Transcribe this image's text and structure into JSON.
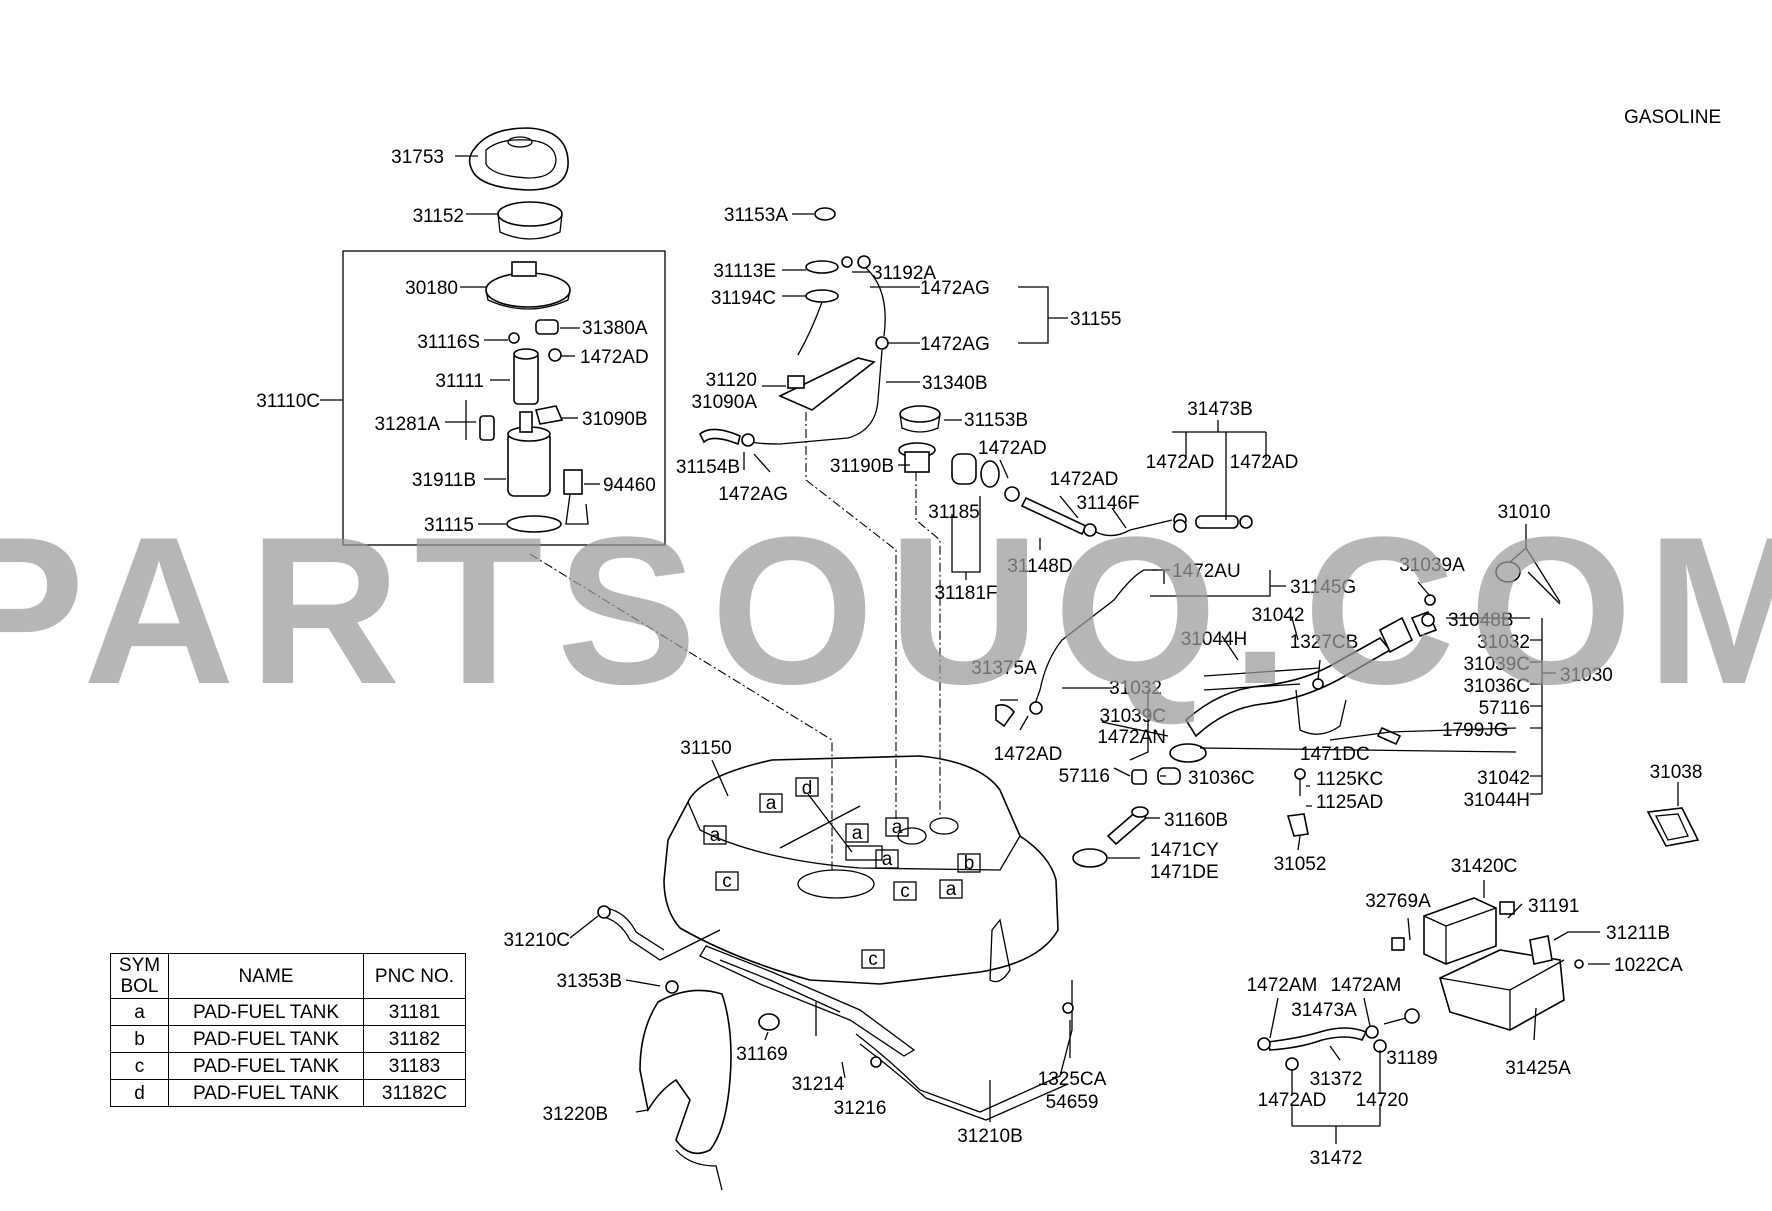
{
  "title": "GASOLINE",
  "watermark": "PARTSOUQ.COM",
  "labels": {
    "p31753": "31753",
    "p31152": "31152",
    "p31110C": "31110C",
    "p30180": "30180",
    "p31116S": "31116S",
    "p31380A": "31380A",
    "p1472AD_a": "1472AD",
    "p31111": "31111",
    "p31281A": "31281A",
    "p31090B": "31090B",
    "p31911B": "31911B",
    "p94460": "94460",
    "p31115": "31115",
    "p31153A": "31153A",
    "p31113E": "31113E",
    "p31192A": "31192A",
    "p31194C": "31194C",
    "p1472AG_a": "1472AG",
    "p31155": "31155",
    "p1472AG_b": "1472AG",
    "p31120": "31120",
    "p31340B": "31340B",
    "p31090A": "31090A",
    "p31153B": "31153B",
    "p1472AD_b": "1472AD",
    "p31154B": "31154B",
    "p1472AG_c": "1472AG",
    "p31190B": "31190B",
    "p31185": "31185",
    "p1472AD_c": "1472AD",
    "p31146F": "31146F",
    "p31473B": "31473B",
    "p1472AD_d": "1472AD",
    "p1472AD_e": "1472AD",
    "p31148D": "31148D",
    "p31181F": "31181F",
    "p31010": "31010",
    "p1472AU": "1472AU",
    "p31145G": "31145G",
    "p31039A": "31039A",
    "p31042_a": "31042",
    "p31048B": "31048B",
    "p31044H_a": "31044H",
    "p1327CB": "1327CB",
    "p31032_a": "31032",
    "p31039C_a": "31039C",
    "p31375A": "31375A",
    "p31032_b": "31032",
    "p31036C_a": "31036C",
    "p31030": "31030",
    "p57116_a": "57116",
    "p31039C_b": "31039C",
    "p1472AN": "1472AN",
    "p1799JG": "1799JG",
    "p1472AD_f": "1472AD",
    "p1471DC": "1471DC",
    "p31042_b": "31042",
    "p57116_b": "57116",
    "p31036C_b": "31036C",
    "p1125KC": "1125KC",
    "p31044H_b": "31044H",
    "p1125AD": "1125AD",
    "p31038": "31038",
    "p31160B": "31160B",
    "p1471CY": "1471CY",
    "p1471DE": "1471DE",
    "p31052": "31052",
    "p31150": "31150",
    "p31420C": "31420C",
    "p32769A": "32769A",
    "p31191": "31191",
    "p31211B": "31211B",
    "p31210C": "31210C",
    "p1022CA": "1022CA",
    "p1472AM_a": "1472AM",
    "p1472AM_b": "1472AM",
    "p31353B": "31353B",
    "p31473A": "31473A",
    "p31189": "31189",
    "p31425A": "31425A",
    "p31169": "31169",
    "p31214": "31214",
    "p31372": "31372",
    "p1325CA": "1325CA",
    "p54659": "54659",
    "p31216": "31216",
    "p1472AD_g": "1472AD",
    "p14720": "14720",
    "p31220B": "31220B",
    "p31210B": "31210B",
    "p31472": "31472",
    "pad_a": "a",
    "pad_b": "b",
    "pad_c": "c",
    "pad_d": "d"
  },
  "legend": {
    "headers": {
      "sym": "SYM BOL",
      "name": "NAME",
      "pnc": "PNC NO."
    },
    "rows": [
      {
        "sym": "a",
        "name": "PAD-FUEL TANK",
        "pnc": "31181"
      },
      {
        "sym": "b",
        "name": "PAD-FUEL TANK",
        "pnc": "31182"
      },
      {
        "sym": "c",
        "name": "PAD-FUEL TANK",
        "pnc": "31183"
      },
      {
        "sym": "d",
        "name": "PAD-FUEL TANK",
        "pnc": "31182C"
      }
    ]
  }
}
